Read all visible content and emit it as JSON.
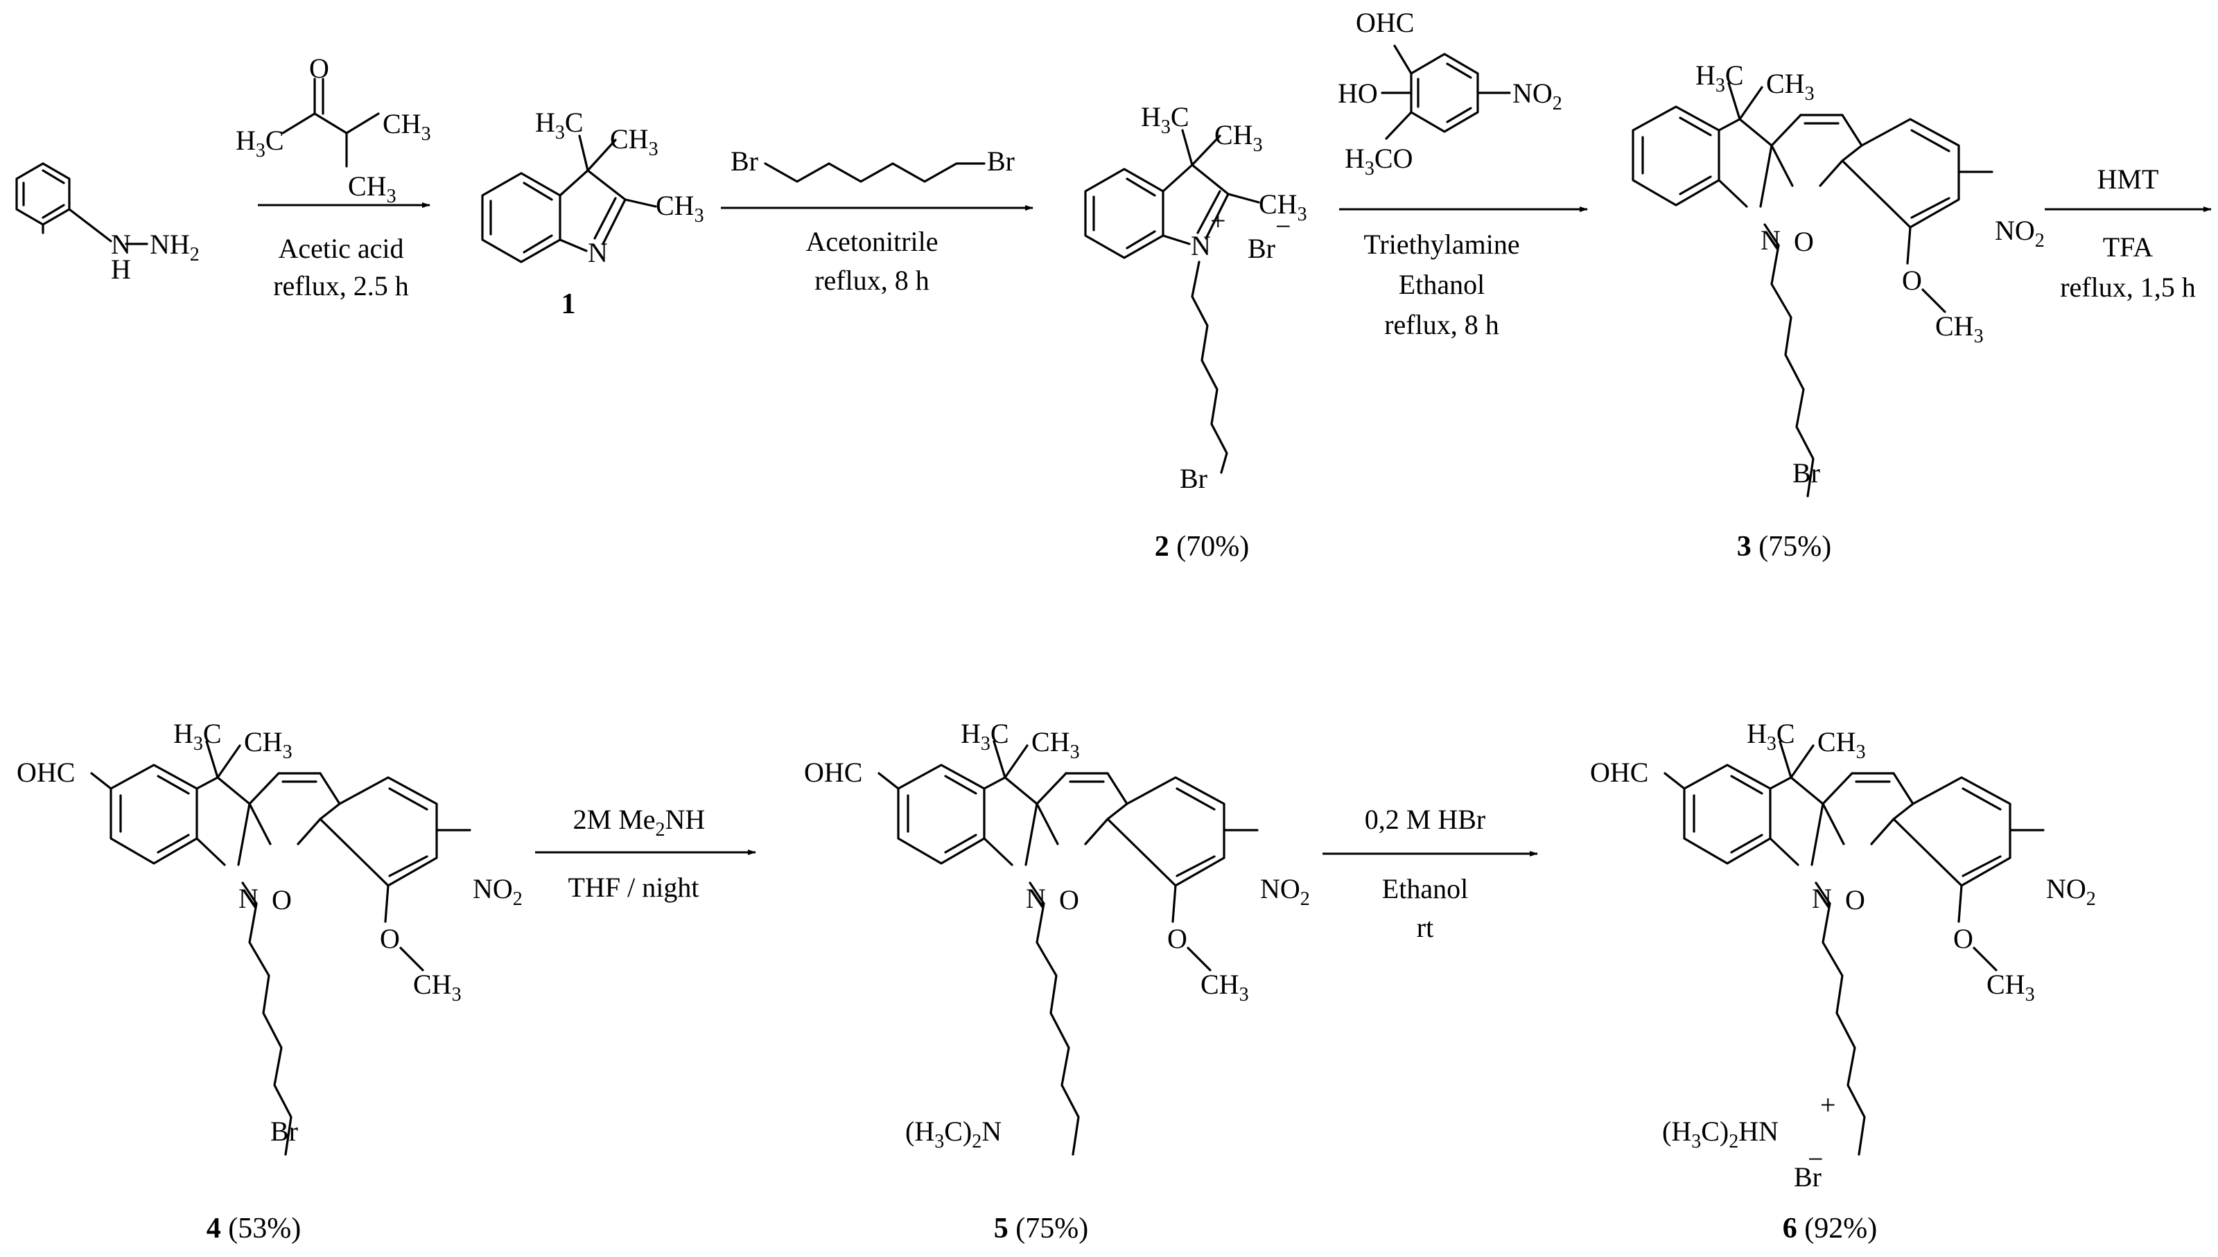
{
  "atoms": {
    "nh_h": "H",
    "nh": "N",
    "nh2": "NH",
    "sub2": "2",
    "o": "O",
    "n": "N",
    "ch3": "CH",
    "h3": "H",
    "c3": "C",
    "sub3": "3",
    "br": "Br",
    "br_minus": "Br",
    "plus": "+",
    "minus": "−",
    "ohc": "OHC",
    "ho": "HO",
    "no": "NO",
    "h3co_a": "H",
    "h3co_b": "CO",
    "me2n_a": "(H",
    "me2n_b": "C)",
    "me2n_c": "N",
    "me2hn_c": "HN"
  },
  "steps": [
    {
      "line1": "Acetic acid",
      "line2": "reflux, 2.5 h"
    },
    {
      "line1": "Acetonitrile",
      "line2": "reflux, 8 h"
    },
    {
      "line1": "Triethylamine",
      "line2": "Ethanol",
      "line3": "reflux, 8 h"
    },
    {
      "line1": "HMT",
      "line2": "TFA",
      "line3": "reflux, 1,5 h"
    },
    {
      "line1": "2M Me",
      "line1_sub": "2",
      "line1_end": "NH",
      "line2": "THF / night"
    },
    {
      "line1": "0,2 M HBr",
      "line2": "Ethanol",
      "line3": "rt"
    }
  ],
  "compounds": [
    {
      "number": "1",
      "yield": ""
    },
    {
      "number": "2",
      "yield": "(70%)"
    },
    {
      "number": "3",
      "yield": "(75%)"
    },
    {
      "number": "4",
      "yield": "(53%)"
    },
    {
      "number": "5",
      "yield": "(75%)"
    },
    {
      "number": "6",
      "yield": "(92%)"
    }
  ]
}
